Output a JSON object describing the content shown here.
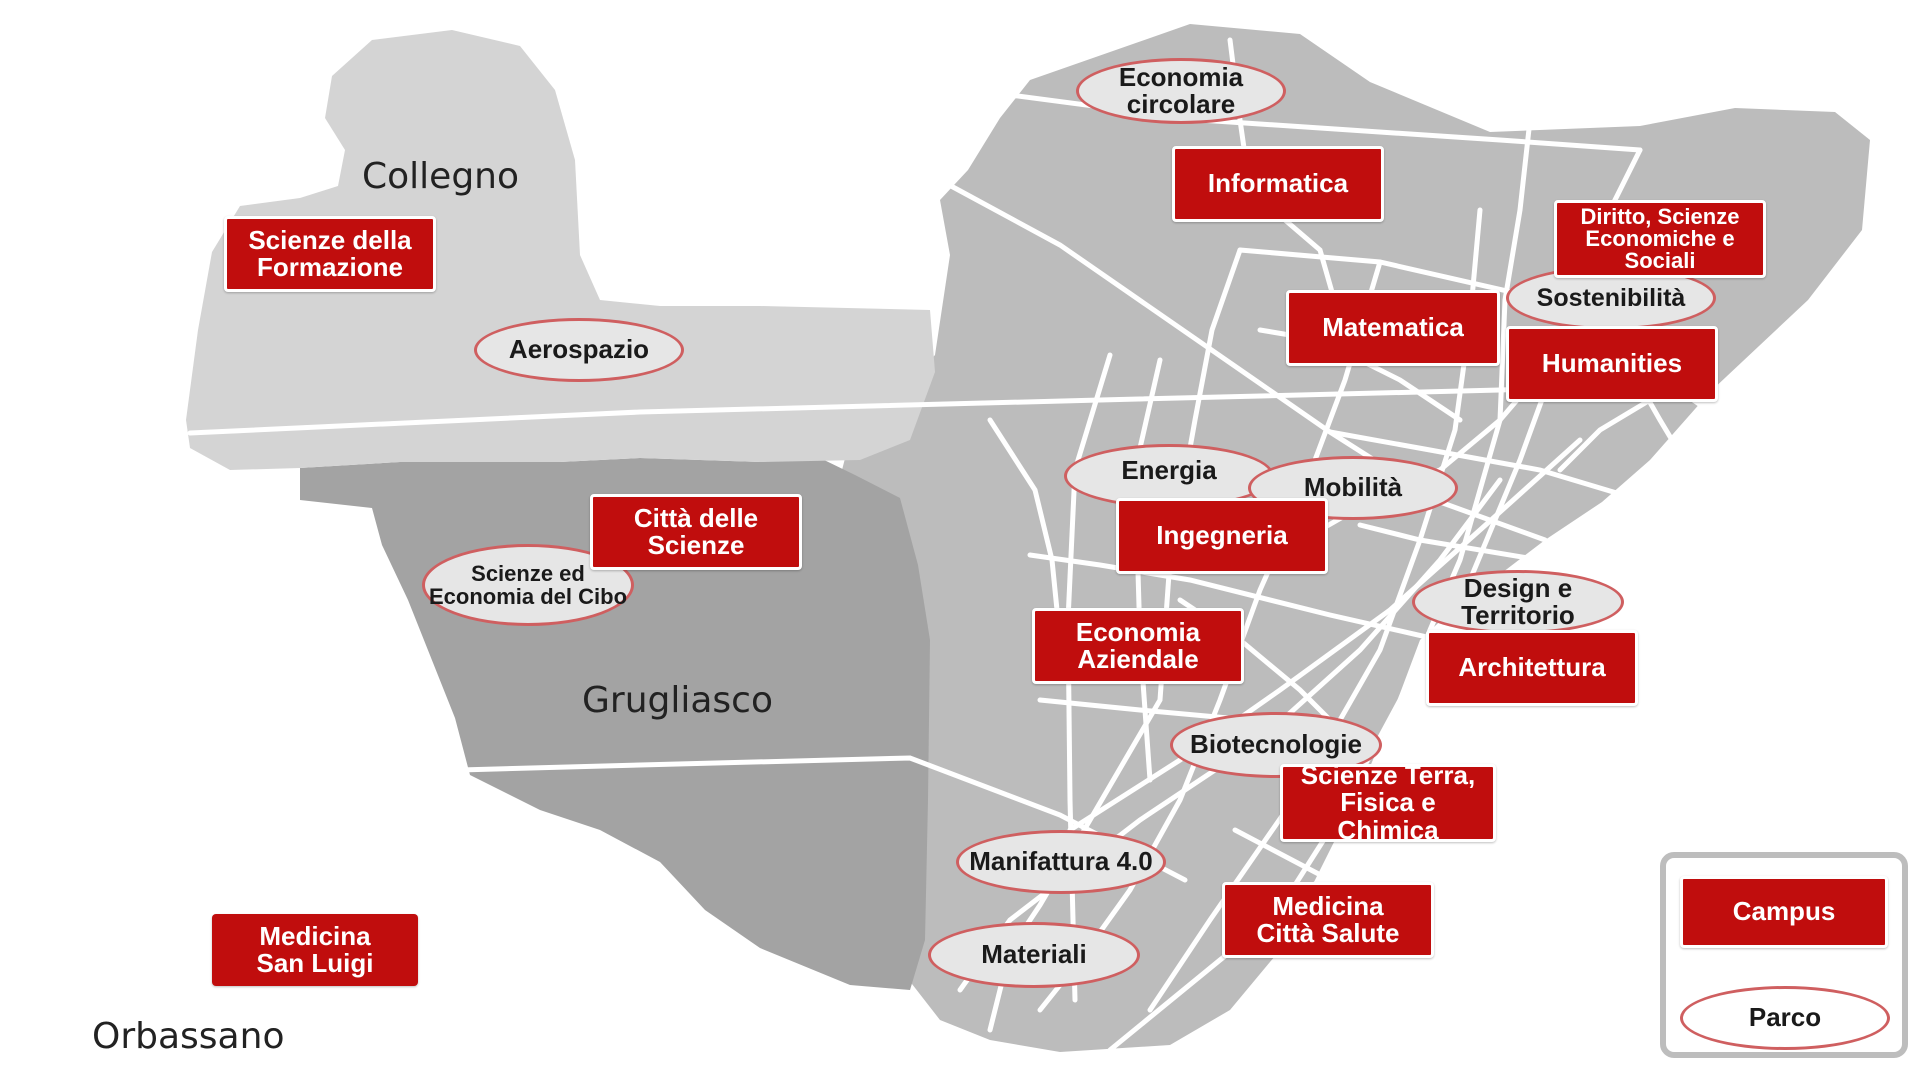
{
  "towns": {
    "collegno": "Collegno",
    "grugliasco": "Grugliasco",
    "orbassano": "Orbassano"
  },
  "campus": {
    "informatica": "Informatica",
    "scienze_formazione": "Scienze della\nFormazione",
    "diritto": "Diritto, Scienze\nEconomiche e\nSociali",
    "matematica": "Matematica",
    "humanities": "Humanities",
    "citta_scienze": "Città delle\nScienze",
    "ingegneria": "Ingegneria",
    "economia_aziendale": "Economia\nAziendale",
    "architettura": "Architettura",
    "scienze_terra": "Scienze Terra,\nFisica e Chimica",
    "medicina_citta_salute": "Medicina\nCittà Salute",
    "medicina_san_luigi": "Medicina\nSan Luigi"
  },
  "parco": {
    "economia_circolare": "Economia\ncircolare",
    "aerospazio": "Aerospazio",
    "sostenibilita": "Sostenibilità",
    "energia": "Energia",
    "mobilita": "Mobilità",
    "scienze_cibo": "Scienze ed\nEconomia del Cibo",
    "design": "Design e\nTerritorio",
    "biotecnologie": "Biotecnologie",
    "manifattura": "Manifattura 4.0",
    "materiali": "Materiali"
  },
  "legend": {
    "campus": "Campus",
    "parco": "Parco"
  },
  "colors": {
    "campus_fill": "#c00d0d",
    "parco_border": "#cf5f60",
    "collegno_area": "#d4d4d4",
    "grugliasco_area": "#a3a3a3",
    "torino_area": "#bcbcbc",
    "roads": "#ffffff"
  }
}
